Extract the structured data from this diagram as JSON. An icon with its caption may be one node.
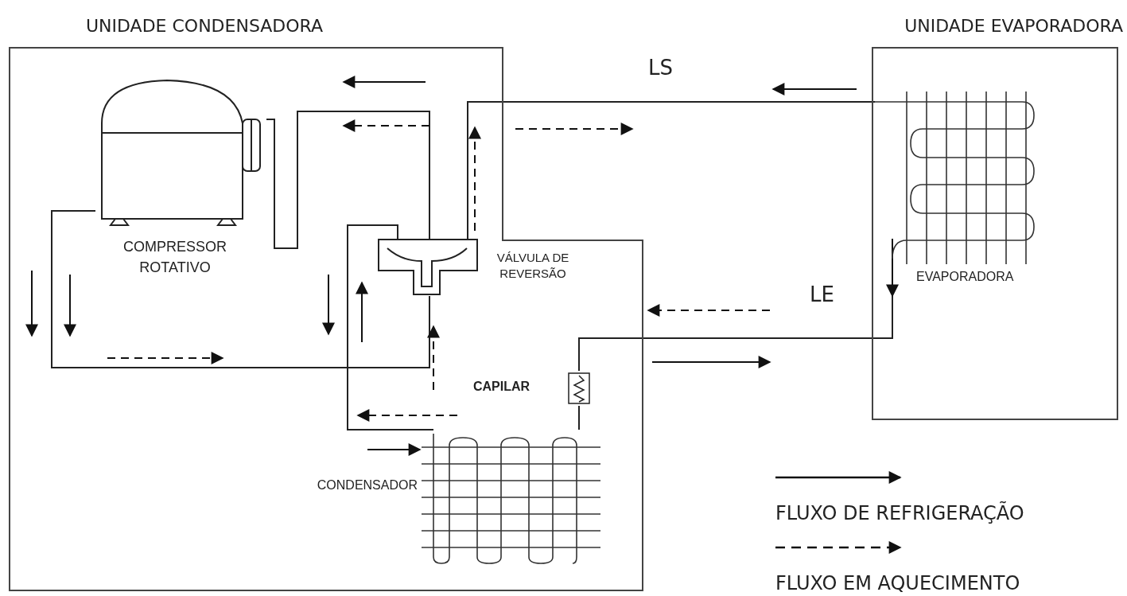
{
  "diagram": {
    "nodes": [
      {
        "text": [
          "UNIDADE CONDENSADORA"
        ]
      },
      {
        "text": [
          "UNIDADE EVAPORADORA"
        ]
      },
      {
        "text": [
          "COMPRESSOR ROTATIVO"
        ],
        "in": 0
      },
      {
        "text": [
          "VÁLVULA DE REVERSÃO"
        ],
        "in": 0
      },
      {
        "text": [
          "CAPILAR"
        ],
        "in": 0
      },
      {
        "text": [
          "CONDENSADOR"
        ],
        "in": 0
      },
      {
        "text": [
          "EVAPORADORA"
        ],
        "in": 1
      }
    ],
    "edges": [
      {
        "from": 2,
        "to": 3,
        "arrow": "none"
      },
      {
        "from": 3,
        "to": 6,
        "arrow": "none",
        "label": "LS"
      },
      {
        "from": 6,
        "to": 4,
        "arrow": "none",
        "label": "LE"
      },
      {
        "from": 4,
        "to": 5,
        "arrow": "none"
      },
      {
        "from": 5,
        "to": 3,
        "arrow": "none"
      },
      {
        "from": 3,
        "to": 2,
        "arrow": "none"
      }
    ],
    "legend": [
      {
        "text": "FLUXO DE REFRIGERAÇÃO"
      },
      {
        "text": "FLUXO EM AQUECIMENTO"
      }
    ]
  }
}
